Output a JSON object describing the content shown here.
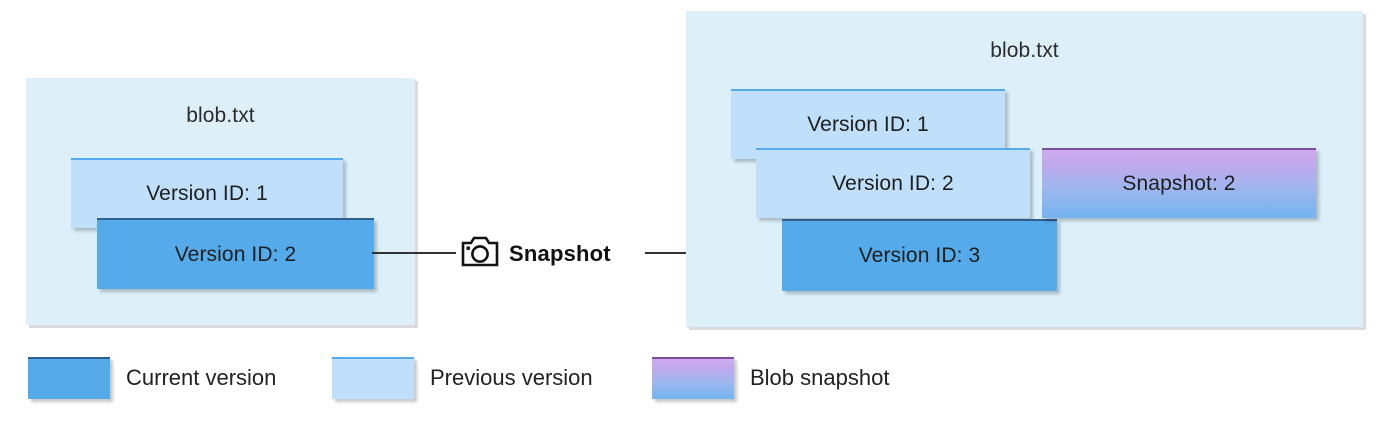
{
  "diagram": {
    "title_hidden": "Azure Blob versioning and snapshot diagram",
    "colors": {
      "panel_background": "#ddf0fa",
      "current_version": "#55aaea",
      "previous_version": "#bfdffa",
      "snapshot_gradient_top": "#ceabee",
      "snapshot_gradient_bottom": "#73b4ef",
      "connector": "#323232"
    }
  },
  "left_panel": {
    "title": "blob.txt",
    "boxes": [
      {
        "label": "Version ID: 1",
        "kind": "previous"
      },
      {
        "label": "Version ID: 2",
        "kind": "current"
      }
    ]
  },
  "middle": {
    "action_label": "Snapshot",
    "icon": "camera-icon"
  },
  "right_panel": {
    "title": "blob.txt",
    "boxes": [
      {
        "label": "Version ID: 1",
        "kind": "previous"
      },
      {
        "label": "Version ID: 2",
        "kind": "previous"
      },
      {
        "label": "Version ID: 3",
        "kind": "current"
      },
      {
        "label": "Snapshot: 2",
        "kind": "snapshot"
      }
    ]
  },
  "legend": {
    "items": [
      {
        "label": "Current version",
        "kind": "current"
      },
      {
        "label": "Previous version",
        "kind": "previous"
      },
      {
        "label": "Blob snapshot",
        "kind": "snapshot"
      }
    ]
  }
}
